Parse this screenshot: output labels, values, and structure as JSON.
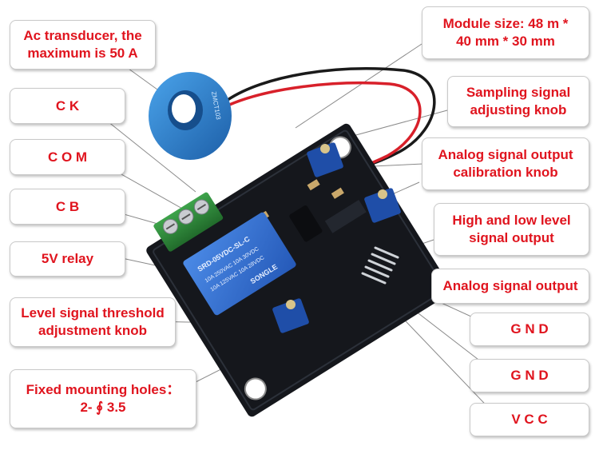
{
  "colors": {
    "label_text": "#e0141e",
    "pcb": "#15171c",
    "terminal_block": "#2e8a3a",
    "relay": "#2f6fd1",
    "potentiometer": "#1f4ea8",
    "transducer": "#2a78c9",
    "wire_red": "#d8202a",
    "wire_black": "#1a1a1a"
  },
  "labels": {
    "transducer": "Ac transducer, the\nmaximum is 50 A",
    "ck": "C  K",
    "com": "C O M",
    "cb": "C  B",
    "relay": "5V  relay",
    "level_knob": "Level signal threshold\nadjustment knob",
    "mounting": "Fixed mounting holes：\n2- ∮ 3.5",
    "module_size": "Module size: 48 m *\n40 mm  * 30 mm",
    "sampling_knob": "Sampling signal\nadjusting knob",
    "analog_cal_knob": "Analog signal output\ncalibration knob",
    "high_low": "High and low level\nsignal output",
    "analog_out": "Analog signal output",
    "gnd1": "G N D",
    "gnd2": "G N D",
    "vcc": "V C C"
  },
  "board_markings": {
    "transducer_text": "ZMCT103",
    "relay_line1": "SRD-05VDC-SL-C",
    "relay_line2": "10A 250VAC 10A 30VDC",
    "relay_line3": "10A 125VAC 10A 28VDC",
    "relay_brand": "SONGLE"
  }
}
